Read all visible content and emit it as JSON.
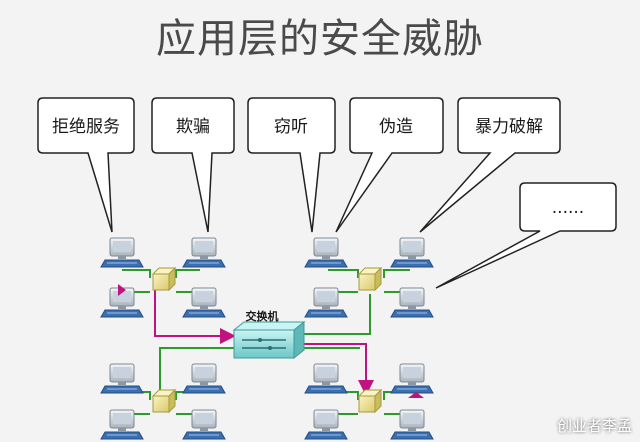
{
  "title": "应用层的安全威胁",
  "bubbles": [
    {
      "label": "拒绝服务"
    },
    {
      "label": "欺骗"
    },
    {
      "label": "窃听"
    },
    {
      "label": "伪造"
    },
    {
      "label": "暴力破解"
    },
    {
      "label": "......"
    }
  ],
  "switch_label": "交换机",
  "watermark": "创业者李孟",
  "colors": {
    "green_link": "#2e9a2e",
    "attack_link": "#c0137f",
    "hub_fill": "#f2e6a0",
    "switch_fill": "#9fe0e0",
    "monitor_screen": "#c8d2de",
    "keyboard": "#3b6fb0"
  },
  "icons": [
    "computer-icon",
    "hub-icon",
    "switch-icon",
    "speech-bubble"
  ]
}
